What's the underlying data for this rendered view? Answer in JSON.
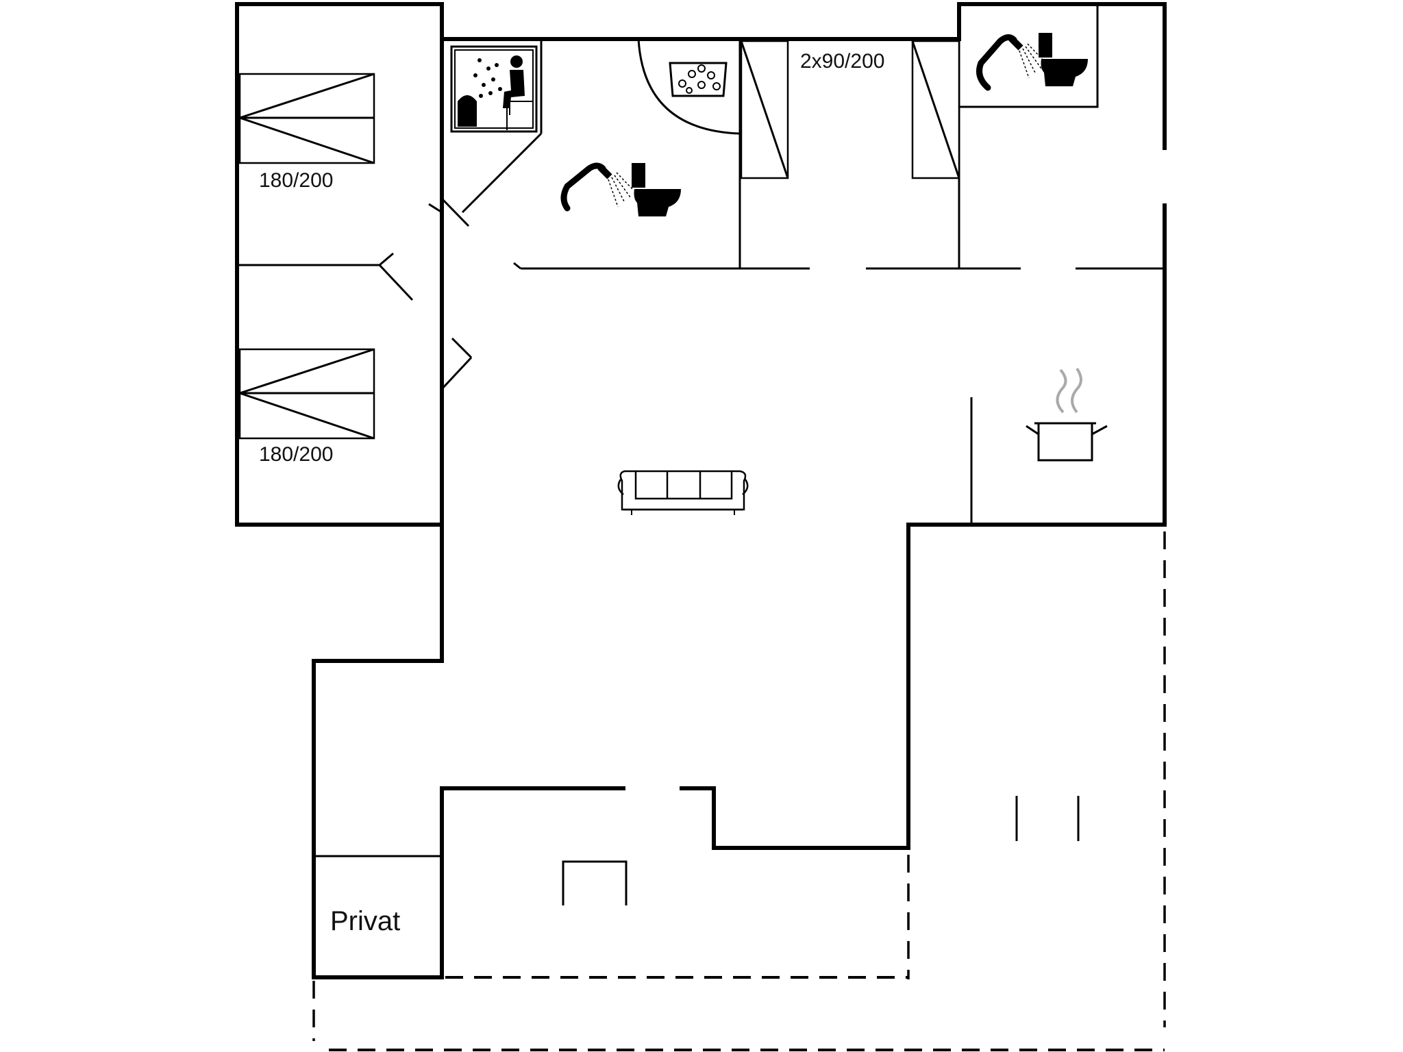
{
  "floorplan": {
    "labels": {
      "bed_bedroom_1": "180/200",
      "bed_bedroom_2": "180/200",
      "bed_bedroom_3": "2x90/200",
      "private_room": "Privat"
    },
    "icons": [
      "sauna-icon",
      "whirlpool-icon",
      "shower-icon",
      "toilet-icon",
      "cooking-pot-icon",
      "sofa-icon"
    ]
  }
}
